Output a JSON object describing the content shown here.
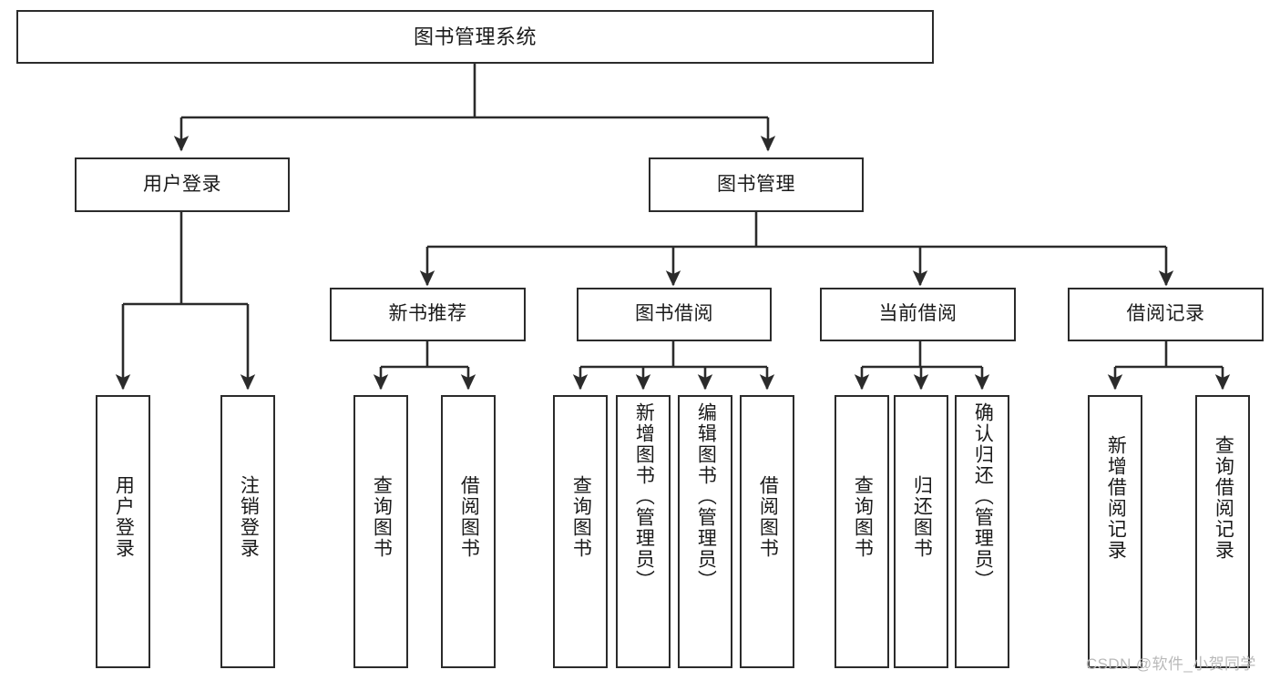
{
  "diagram": {
    "title": "图书管理系统",
    "type": "functional-structure-tree",
    "colors": {
      "stroke": "#2b2b2b",
      "fill": "#ffffff",
      "text": "#1a1a1a",
      "watermark": "#b9b9b9",
      "background": "#ffffff"
    },
    "nodes": {
      "root": {
        "label": "图书管理系统"
      },
      "level1": [
        {
          "id": "user-login",
          "label": "用户登录"
        },
        {
          "id": "book-manage",
          "label": "图书管理"
        }
      ],
      "level2": [
        {
          "id": "new-book-recommend",
          "label": "新书推荐"
        },
        {
          "id": "book-borrow",
          "label": "图书借阅"
        },
        {
          "id": "current-borrow",
          "label": "当前借阅"
        },
        {
          "id": "borrow-record",
          "label": "借阅记录"
        }
      ],
      "leaves": {
        "user_login": [
          {
            "id": "leaf-user-login",
            "label": "用户登录"
          },
          {
            "id": "leaf-user-logout",
            "label": "注销登录"
          }
        ],
        "new_book_recommend": [
          {
            "id": "leaf-query-book-1",
            "label": "查询图书"
          },
          {
            "id": "leaf-borrow-book-1",
            "label": "借阅图书"
          }
        ],
        "book_borrow": [
          {
            "id": "leaf-query-book-2",
            "label": "查询图书"
          },
          {
            "id": "leaf-add-book",
            "label": "新增图书（管理员）"
          },
          {
            "id": "leaf-edit-book",
            "label": "编辑图书（管理员）"
          },
          {
            "id": "leaf-borrow-book-2",
            "label": "借阅图书"
          }
        ],
        "current_borrow": [
          {
            "id": "leaf-query-book-3",
            "label": "查询图书"
          },
          {
            "id": "leaf-return-book",
            "label": "归还图书"
          },
          {
            "id": "leaf-confirm-return",
            "label": "确认归还（管理员）"
          }
        ],
        "borrow_record": [
          {
            "id": "leaf-add-record",
            "label": "新增借阅记录"
          },
          {
            "id": "leaf-query-record",
            "label": "查询借阅记录"
          }
        ]
      }
    },
    "watermark": "CSDN @软件_小贺同学"
  }
}
